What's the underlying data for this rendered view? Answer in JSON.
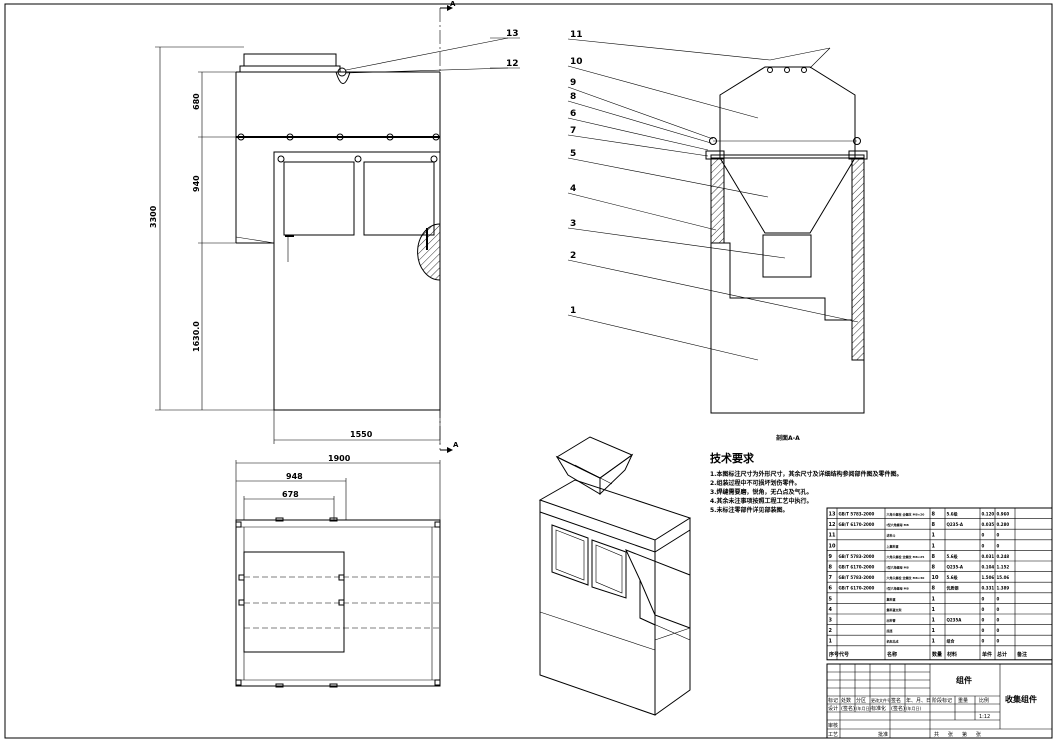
{
  "section_marker": "A",
  "section_title": "剖面A-A",
  "dimensions": {
    "height_total": "3300",
    "h_top": "680",
    "h_mid": "940",
    "h_bottom": "1630.0",
    "width_front": "1550",
    "plan_total": "1900",
    "plan_w1": "948",
    "plan_w2": "678"
  },
  "callouts": {
    "front": [
      "13",
      "12"
    ],
    "section": [
      "11",
      "10",
      "9",
      "8",
      "6",
      "7",
      "5",
      "4",
      "3",
      "2",
      "1"
    ]
  },
  "tech": {
    "heading": "技术要求",
    "items": [
      "1.本图标注尺寸为外形尺寸，其余尺寸及详细结构参阅部件图及零件图。",
      "2.组装过程中不可损坏划伤零件。",
      "3.焊缝需要磨，锐角，无凸点及气孔。",
      "4.其余未注事项按照工程工艺中执行。",
      "5.未标注零部件详见部装图。"
    ]
  },
  "bom": {
    "header": [
      "序号",
      "代号",
      "名称",
      "数量",
      "材料",
      "单件",
      "总计",
      "备注"
    ],
    "rows": [
      [
        "13",
        "GB/T 5783-2000",
        "六角头螺栓 全螺纹 M8×20",
        "8",
        "5.6级",
        "0.120",
        "0.960"
      ],
      [
        "12",
        "GB/T 6170-2000",
        "I型六角螺母 M8",
        "8",
        "Q235-A",
        "0.035",
        "0.280"
      ],
      [
        "11",
        "",
        "进料斗",
        "1",
        "",
        "0",
        "0"
      ],
      [
        "10",
        "",
        "上集料罩",
        "1",
        "",
        "0",
        "0"
      ],
      [
        "9",
        "GB/T 5783-2000",
        "六角头螺栓 全螺纹 M8×25",
        "8",
        "5.6级",
        "0.031",
        "0.248"
      ],
      [
        "8",
        "GB/T 6170-2000",
        "I型六角螺母 M8",
        "8",
        "Q235-A",
        "0.104",
        "1.152"
      ],
      [
        "7",
        "GB/T 5783-2000",
        "六角头螺栓 全螺纹 M8×30",
        "10",
        "5.6级",
        "1.506",
        "15.06"
      ],
      [
        "6",
        "GB/T 6170-2000",
        "I型六角螺母 M8",
        "8",
        "优质钢",
        "0.331",
        "1.389"
      ],
      [
        "5",
        "",
        "集料罩",
        "1",
        "",
        "0",
        "0"
      ],
      [
        "4",
        "",
        "集料罩支架",
        "1",
        "",
        "0",
        "0"
      ],
      [
        "3",
        "",
        "出料管",
        "1",
        "Q235A",
        "0",
        "0"
      ],
      [
        "2",
        "",
        "底座",
        "1",
        "",
        "0",
        "0"
      ],
      [
        "1",
        "",
        "机架总成",
        "1",
        "组合",
        "0",
        "0"
      ]
    ]
  },
  "title_block": {
    "assembly_label": "组件",
    "drawing_name": "收集组件",
    "scale": "1:12",
    "row_labels": [
      "标记",
      "处数",
      "分区",
      "更改文件号",
      "签名",
      "年、月、日"
    ],
    "design_labels": [
      "设计",
      "(签名)",
      "(年月日)",
      "标准化",
      "(签名)",
      "(年月日)"
    ],
    "stage_labels": [
      "阶段标记",
      "重量",
      "比例"
    ],
    "bottom_labels": [
      "审核",
      "工艺",
      "批准",
      "共",
      "张",
      "第",
      "张"
    ]
  }
}
